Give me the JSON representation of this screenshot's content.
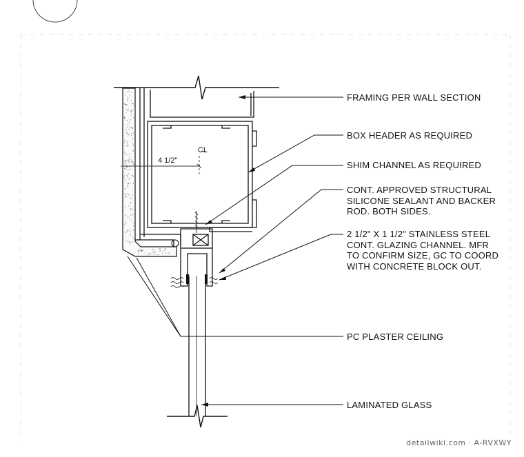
{
  "callouts": [
    {
      "lines": [
        "FRAMING PER WALL SECTION"
      ]
    },
    {
      "lines": [
        "BOX HEADER AS REQUIRED"
      ]
    },
    {
      "lines": [
        "SHIM CHANNEL AS REQUIRED"
      ]
    },
    {
      "lines": [
        "CONT. APPROVED STRUCTURAL",
        "SILICONE SEALANT AND BACKER",
        "ROD. BOTH SIDES."
      ]
    },
    {
      "lines": [
        "2 1/2\" X 1 1/2\" STAINLESS STEEL",
        "CONT. GLAZING CHANNEL. MFR",
        "TO CONFIRM SIZE, GC TO COORD",
        "WITH CONCRETE BLOCK OUT."
      ]
    },
    {
      "lines": [
        "PC PLASTER CEILING"
      ]
    },
    {
      "lines": [
        "LAMINATED GLASS"
      ]
    }
  ],
  "dimension_text": "4 1/2\"",
  "centerline_symbol": "C̶L",
  "watermark": "detailwiki.com · A-RVXWY"
}
